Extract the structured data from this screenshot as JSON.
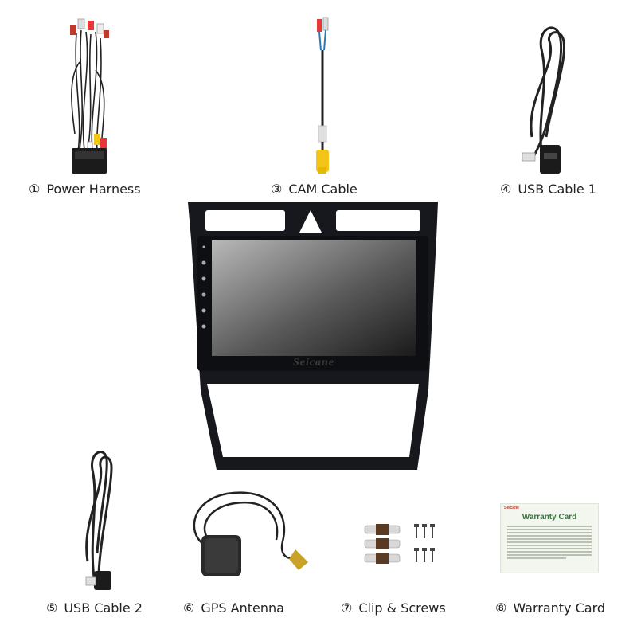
{
  "items": [
    {
      "id": "power-harness",
      "number": "①",
      "label": "Power Harness"
    },
    {
      "id": "cam-cable",
      "number": "③",
      "label": "CAM Cable"
    },
    {
      "id": "usb-cable-1",
      "number": "④",
      "label": "USB Cable 1"
    },
    {
      "id": "usb-cable-2",
      "number": "⑤",
      "label": "USB Cable 2"
    },
    {
      "id": "gps-antenna",
      "number": "⑥",
      "label": "GPS Antenna"
    },
    {
      "id": "clip-screws",
      "number": "⑦",
      "label": "Clip &  Screws"
    },
    {
      "id": "warranty-card",
      "number": "⑧",
      "label": "Warranty Card"
    }
  ],
  "head_unit": {
    "brand": "Seicane"
  },
  "warranty_card": {
    "brand": "Seicane",
    "title": "Warranty Card"
  },
  "colors": {
    "frame": "#16181d",
    "cam_connector": "#f2c516",
    "card_title": "#2e7d3a",
    "card_bg": "#f3f6ee"
  }
}
